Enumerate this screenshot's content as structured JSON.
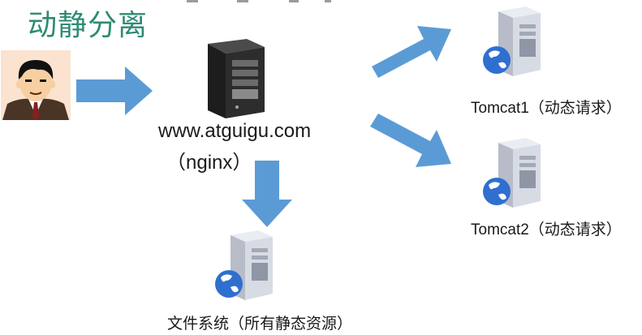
{
  "title": "动静分离",
  "nodes": {
    "proxy": {
      "line1": "www.atguigu.com",
      "line2": "（nginx）"
    },
    "tomcat1": {
      "label": "Tomcat1（动态请求）"
    },
    "tomcat2": {
      "label": "Tomcat2（动态请求）"
    },
    "filesystem": {
      "label": "文件系统（所有静态资源）"
    }
  },
  "colors": {
    "title": "#2e8b74",
    "arrow": "#5b9bd5",
    "server_dark": "#2b2b2b",
    "server_light": "#d7dbe4",
    "globe": "#2f6fcf"
  },
  "icons": [
    "user-avatar-icon",
    "dark-server-icon",
    "server-globe-icon",
    "arrow-icon"
  ]
}
